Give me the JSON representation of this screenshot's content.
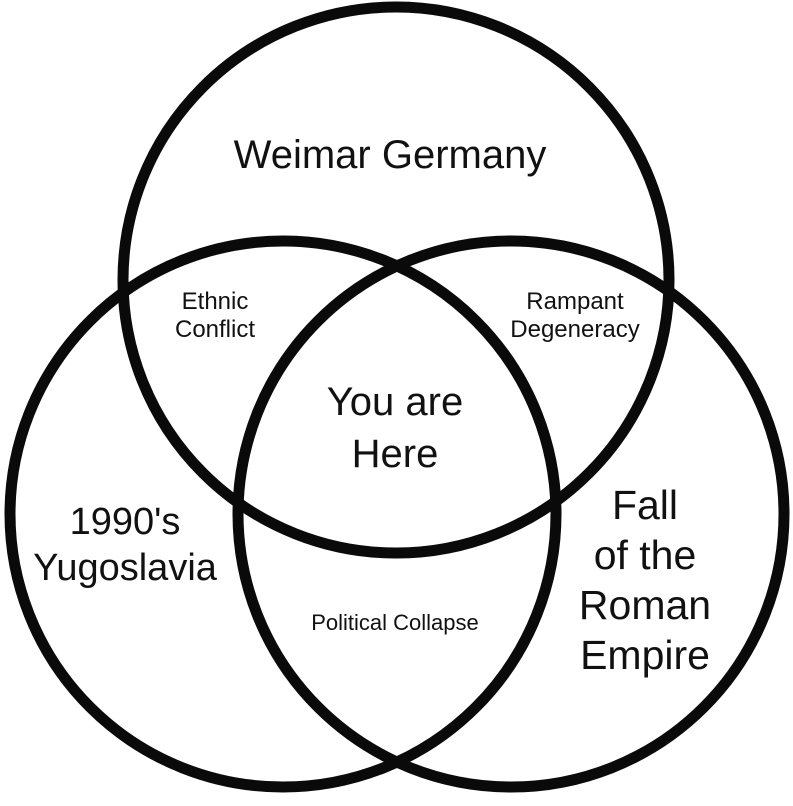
{
  "diagram": {
    "type": "venn",
    "stroke_color": "#0a0a0a",
    "background_color": "#ffffff",
    "sets": {
      "top": "Weimar Germany",
      "left": [
        "1990's",
        "Yugoslavia"
      ],
      "right": [
        "Fall",
        "of the",
        "Roman",
        "Empire"
      ]
    },
    "intersections": {
      "top_left": [
        "Ethnic",
        "Conflict"
      ],
      "top_right": [
        "Rampant",
        "Degeneracy"
      ],
      "left_right": "Political Collapse",
      "all": [
        "You are",
        "Here"
      ]
    }
  }
}
